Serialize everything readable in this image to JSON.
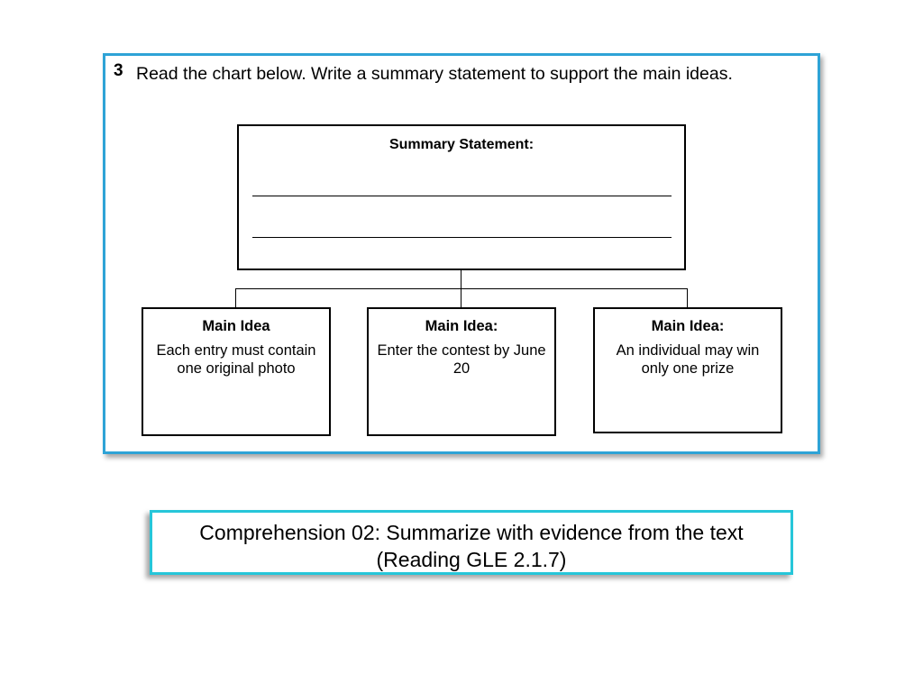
{
  "question": {
    "number": "3",
    "prompt": "Read the chart below. Write a summary statement to support the main ideas."
  },
  "summary": {
    "title": "Summary Statement:",
    "line_1": "_____________________________________________",
    "line_2": "_____________________________________________"
  },
  "main_ideas": [
    {
      "title": "Main Idea",
      "text": "Each entry must contain one original photo"
    },
    {
      "title": "Main Idea:",
      "text": "Enter the contest by June 20"
    },
    {
      "title": "Main Idea:",
      "text": "An individual may win only one prize"
    }
  ],
  "standard": {
    "line_1": "Comprehension 02:  Summarize with evidence from the text",
    "line_2": "(Reading GLE 2.1.7)"
  },
  "colors": {
    "question_border": "#2ea3d6",
    "standard_border": "#26c6d9"
  }
}
